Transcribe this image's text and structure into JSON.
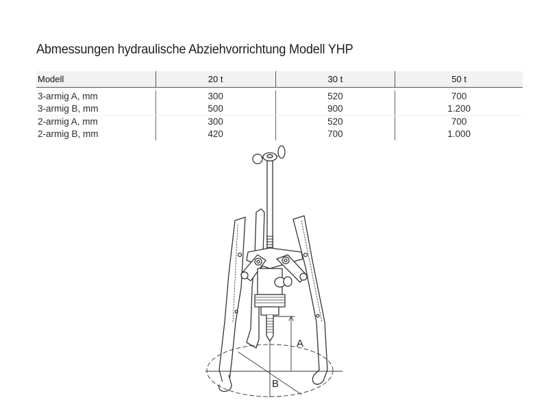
{
  "title": "Abmessungen hydraulische Abziehvorrichtung Modell YHP",
  "table": {
    "headers": [
      "Modell",
      "20 t",
      "30 t",
      "50 t"
    ],
    "rows": [
      {
        "label": "3-armig A, mm",
        "values": [
          "300",
          "520",
          "700"
        ]
      },
      {
        "label": "3-armig B, mm",
        "values": [
          "500",
          "900",
          "1.200"
        ]
      },
      {
        "label": "2-armig A, mm",
        "values": [
          "300",
          "520",
          "700"
        ]
      },
      {
        "label": "2-armig B, mm",
        "values": [
          "420",
          "700",
          "1.000"
        ]
      }
    ]
  },
  "figure": {
    "description": "Hydraulische Abziehvorrichtung (3-armig) mit Maßangaben",
    "labels": {
      "a": "A",
      "b": "B"
    }
  }
}
